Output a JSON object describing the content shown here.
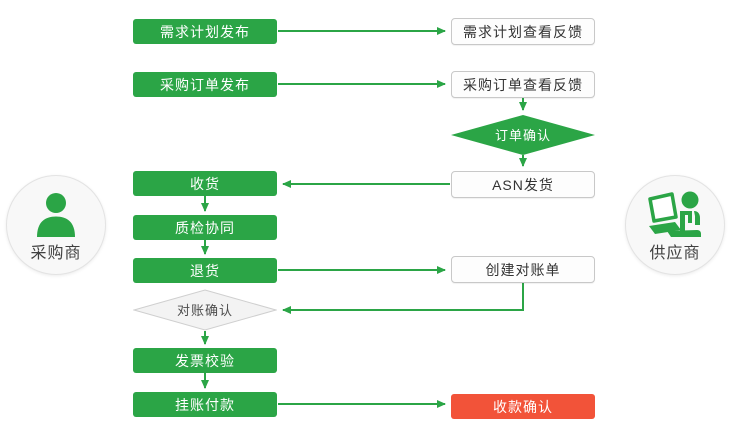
{
  "diagram": {
    "actors": {
      "buyer": {
        "label": "采购商"
      },
      "supplier": {
        "label": "供应商"
      }
    },
    "nodes": {
      "demand_plan_publish": "需求计划发布",
      "demand_plan_feedback": "需求计划查看反馈",
      "po_publish": "采购订单发布",
      "po_feedback": "采购订单查看反馈",
      "order_confirm": "订单确认",
      "receiving": "收货",
      "asn_ship": "ASN发货",
      "quality_collab": "质检协同",
      "returns": "退货",
      "create_statement": "创建对账单",
      "statement_confirm": "对账确认",
      "invoice_check": "发票校验",
      "book_payment": "挂账付款",
      "payment_confirm": "收款确认"
    },
    "colors": {
      "green": "#2BA546",
      "red": "#F25339",
      "white_box_border": "#C8C8C8",
      "diamond_gray_fill": "#F3F3F3",
      "diamond_gray_border": "#CFCFCF",
      "text_dark": "#333333"
    }
  }
}
